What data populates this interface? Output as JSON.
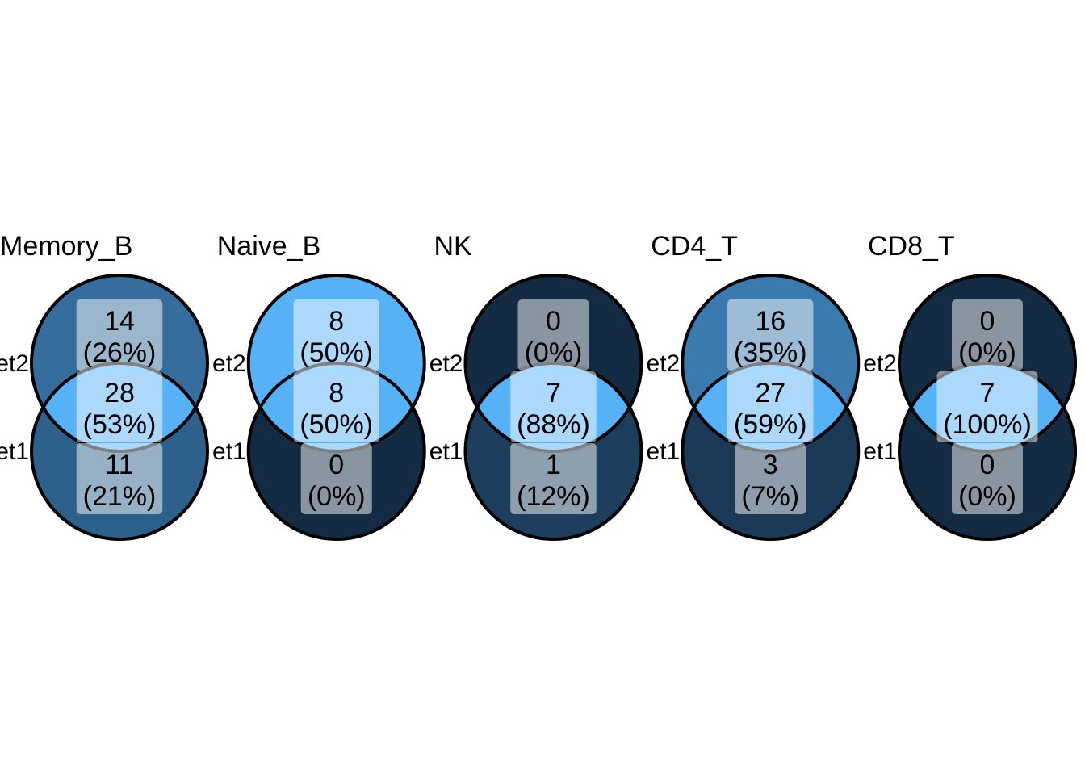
{
  "colors": {
    "scale_low": "#132B43",
    "scale_high": "#56B1F7",
    "circle_stroke": "#000000",
    "label_box": "#ffffff",
    "text": "#000000"
  },
  "set_labels": {
    "top": "et2",
    "bottom": "et1"
  },
  "panels": [
    {
      "title": "Memory_B",
      "regions": {
        "top_only": {
          "count": "14",
          "pct": "(26%)",
          "value": 14
        },
        "overlap": {
          "count": "28",
          "pct": "(53%)",
          "value": 28
        },
        "bottom_only": {
          "count": "11",
          "pct": "(21%)",
          "value": 11
        }
      }
    },
    {
      "title": "Naive_B",
      "regions": {
        "top_only": {
          "count": "8",
          "pct": "(50%)",
          "value": 8
        },
        "overlap": {
          "count": "8",
          "pct": "(50%)",
          "value": 8
        },
        "bottom_only": {
          "count": "0",
          "pct": "(0%)",
          "value": 0
        }
      }
    },
    {
      "title": "NK",
      "regions": {
        "top_only": {
          "count": "0",
          "pct": "(0%)",
          "value": 0
        },
        "overlap": {
          "count": "7",
          "pct": "(88%)",
          "value": 7
        },
        "bottom_only": {
          "count": "1",
          "pct": "(12%)",
          "value": 1
        }
      }
    },
    {
      "title": "CD4_T",
      "regions": {
        "top_only": {
          "count": "16",
          "pct": "(35%)",
          "value": 16
        },
        "overlap": {
          "count": "27",
          "pct": "(59%)",
          "value": 27
        },
        "bottom_only": {
          "count": "3",
          "pct": "(7%)",
          "value": 3
        }
      }
    },
    {
      "title": "CD8_T",
      "regions": {
        "top_only": {
          "count": "0",
          "pct": "(0%)",
          "value": 0
        },
        "overlap": {
          "count": "7",
          "pct": "(100%)",
          "value": 7
        },
        "bottom_only": {
          "count": "0",
          "pct": "(0%)",
          "value": 0
        }
      }
    }
  ]
}
